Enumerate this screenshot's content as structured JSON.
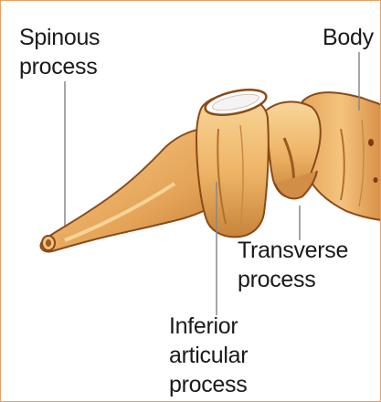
{
  "labels": {
    "spinous": [
      "Spinous",
      "process"
    ],
    "body": [
      "Body"
    ],
    "transverse": [
      "Transverse",
      "process"
    ],
    "inferior": [
      "Inferior",
      "articular",
      "process"
    ]
  },
  "colors": {
    "border": "#e8a064",
    "bone_light": "#f6cf8a",
    "bone_mid": "#e9a85a",
    "bone_dark": "#b5702c",
    "outline": "#8a4a18",
    "leader": "#888888",
    "text": "#1a1a1a"
  }
}
